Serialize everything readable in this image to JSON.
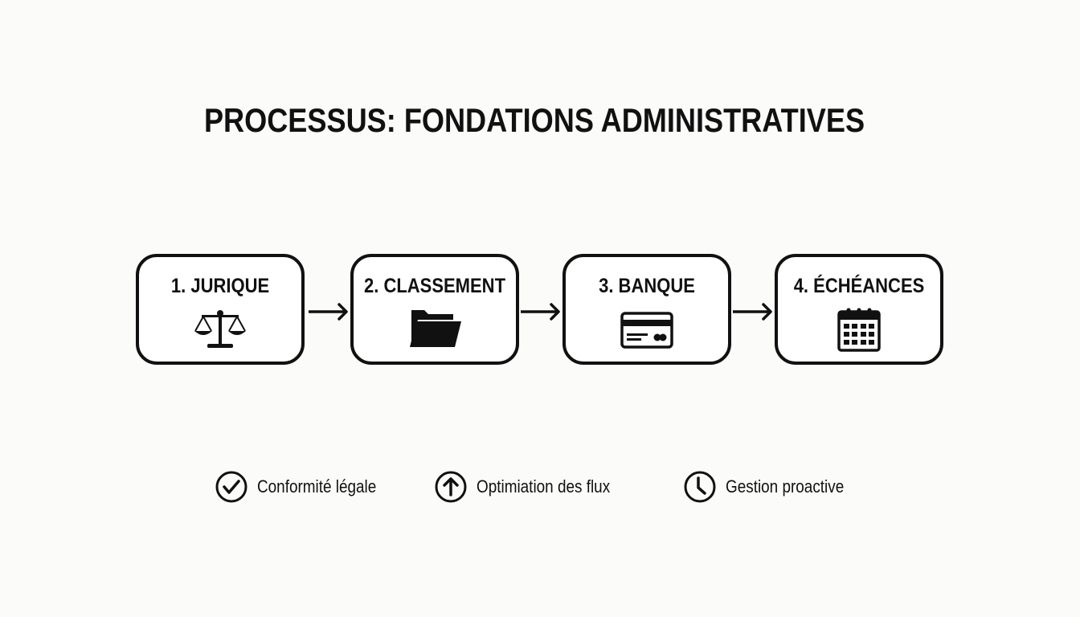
{
  "title": "PROCESSUS: FONDATIONS ADMINISTRATIVES",
  "steps": [
    {
      "label": "1. JURIQUE",
      "icon": "scales-icon"
    },
    {
      "label": "2. CLASSEMENT",
      "icon": "folder-icon"
    },
    {
      "label": "3. BANQUE",
      "icon": "credit-card-icon"
    },
    {
      "label": "4. ÉCHÉANCES",
      "icon": "calendar-icon"
    }
  ],
  "legend": [
    {
      "label": "Conformité légale",
      "icon": "check-circle-icon"
    },
    {
      "label": "Optimiation des flux",
      "icon": "arrow-up-circle-icon"
    },
    {
      "label": "Gestion proactive",
      "icon": "clock-icon"
    }
  ],
  "colors": {
    "stroke": "#111111",
    "background": "#fbfbfa"
  }
}
